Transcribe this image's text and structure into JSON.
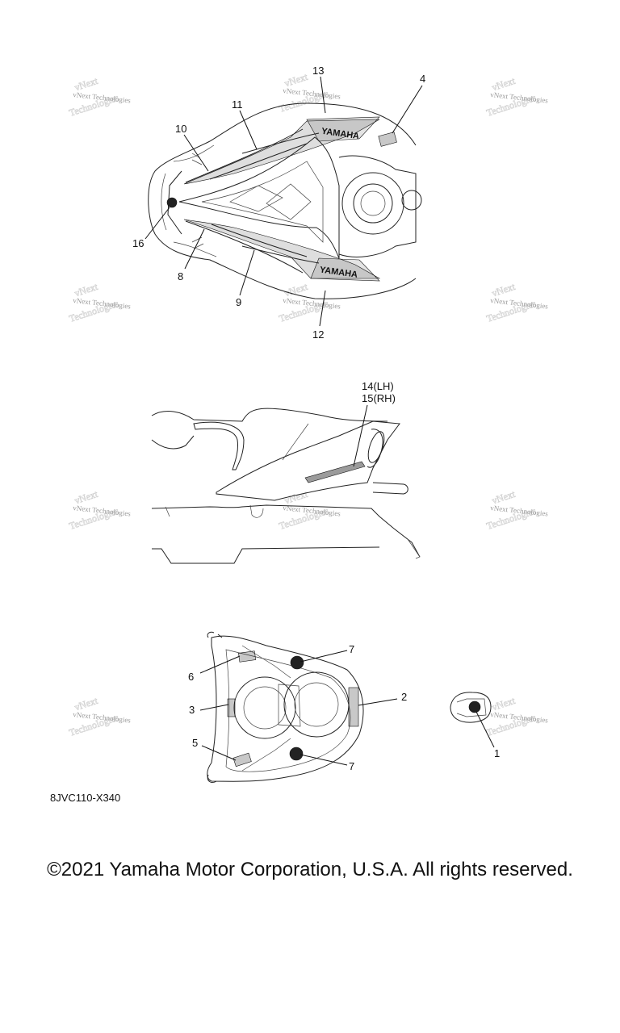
{
  "figure_code": "8JVC110-X340",
  "copyright": "©2021 Yamaha Motor Corporation, U.S.A. All rights reserved.",
  "watermark": "vNext Technologies",
  "brand_decal_text": "YAMAHA",
  "callouts": {
    "c1": "1",
    "c2": "2",
    "c3": "3",
    "c4": "4",
    "c5": "5",
    "c6": "6",
    "c7a": "7",
    "c7b": "7",
    "c8": "8",
    "c9": "9",
    "c10": "10",
    "c11": "11",
    "c12": "12",
    "c13": "13",
    "c14": "14(LH)",
    "c15": "15(RH)",
    "c16": "16"
  }
}
